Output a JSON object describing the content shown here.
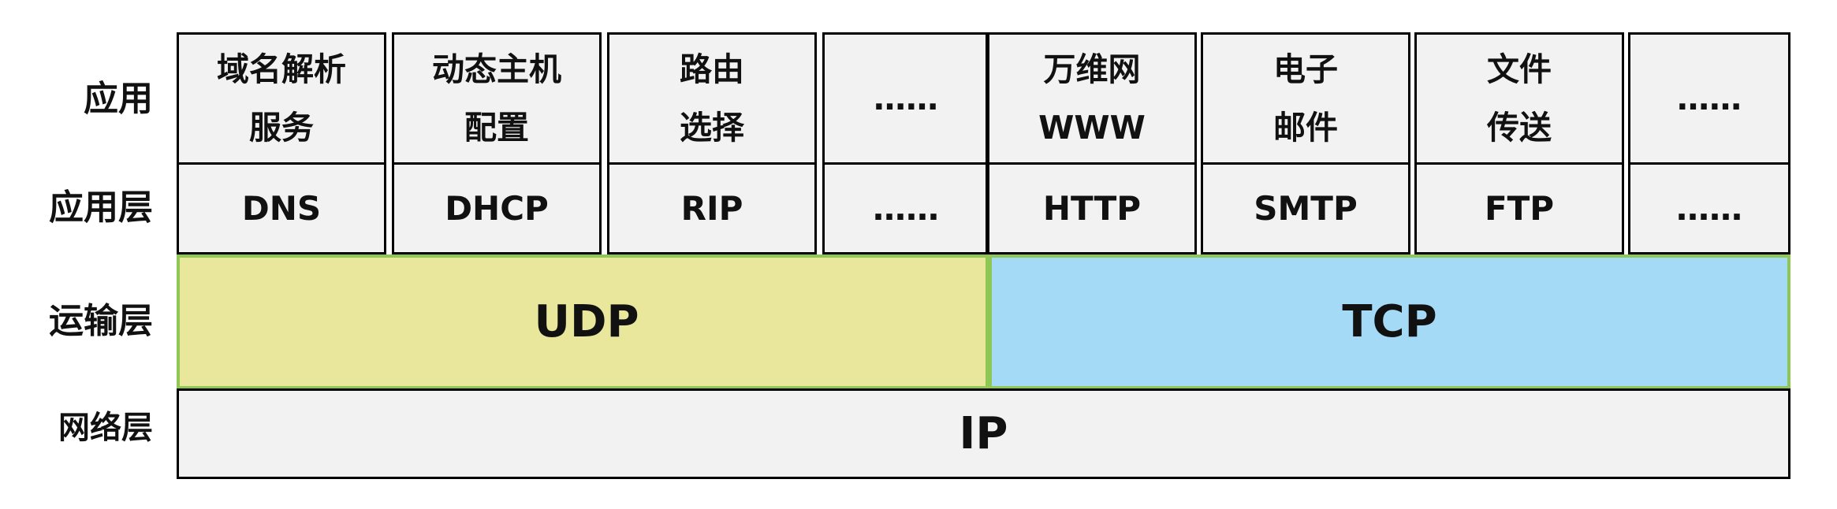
{
  "rows": {
    "app": "应用",
    "app_layer": "应用层",
    "transport_layer": "运输层",
    "network_layer": "网络层"
  },
  "apps": [
    {
      "line1": "域名解析",
      "line2": "服务",
      "protocol": "DNS"
    },
    {
      "line1": "动态主机",
      "line2": "配置",
      "protocol": "DHCP"
    },
    {
      "line1": "路由",
      "line2": "选择",
      "protocol": "RIP"
    },
    {
      "line1": "……",
      "line2": "",
      "protocol": "……"
    },
    {
      "line1": "万维网",
      "line2": "WWW",
      "protocol": "HTTP"
    },
    {
      "line1": "电子",
      "line2": "邮件",
      "protocol": "SMTP"
    },
    {
      "line1": "文件",
      "line2": "传送",
      "protocol": "FTP"
    },
    {
      "line1": "……",
      "line2": "",
      "protocol": "……"
    }
  ],
  "transport": {
    "udp": "UDP",
    "tcp": "TCP"
  },
  "network": {
    "ip": "IP"
  }
}
